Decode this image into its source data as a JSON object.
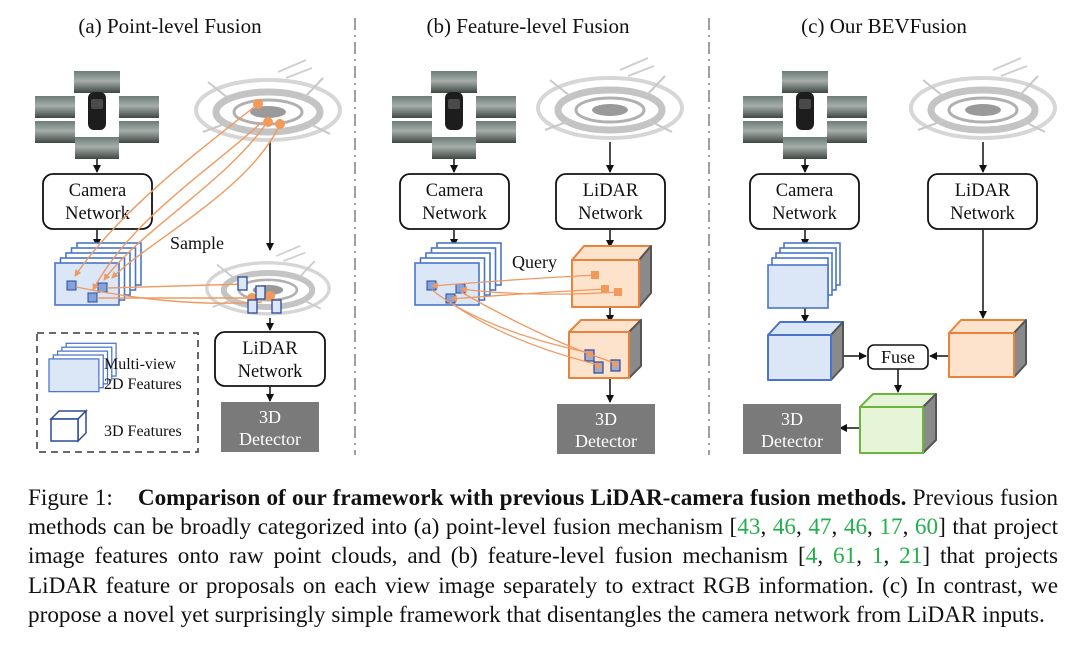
{
  "panels": {
    "a_title": "(a) Point-level Fusion",
    "b_title": "(b) Feature-level Fusion",
    "c_title": "(c) Our BEVFusion"
  },
  "labels": {
    "camera_network_l1": "Camera",
    "camera_network_l2": "Network",
    "lidar_network_l1": "LiDAR",
    "lidar_network_l2": "Network",
    "detector_l1": "3D",
    "detector_l2": "Detector",
    "sample": "Sample",
    "query": "Query",
    "fuse": "Fuse"
  },
  "legend": {
    "multiview_l1": "Multi-view",
    "multiview_l2": "2D Features",
    "features_3d": "3D Features"
  },
  "caption": {
    "figure_label": "Figure 1:",
    "lead": "Comparison of our framework with previous LiDAR-camera fusion methods.",
    "text_1": " Previous fusion methods can be broadly categorized into (a) point-level fusion mechanism [",
    "refs_a": [
      "43",
      "46",
      "47",
      "46",
      "17",
      "60"
    ],
    "text_2": "] that project image features onto raw point clouds, and (b) feature-level fusion mechanism [",
    "refs_b": [
      "4",
      "61",
      "1",
      "21"
    ],
    "text_3": "] that projects LiDAR feature or proposals on each view image separately to extract RGB information. (c) In contrast, we propose a novel yet surprisingly simple framework that disentangles the camera network from LiDAR inputs."
  },
  "colors": {
    "feature_blue": "#4a74c9",
    "feature_blue_fill": "#dbe6f7",
    "lidar_orange": "#e8823c",
    "lidar_orange_fill": "#fde3cc",
    "fused_green": "#6eb540",
    "fused_green_fill": "#e6f4d8",
    "detector_gray": "#7a7a7a",
    "reference_green": "#22b04a"
  }
}
